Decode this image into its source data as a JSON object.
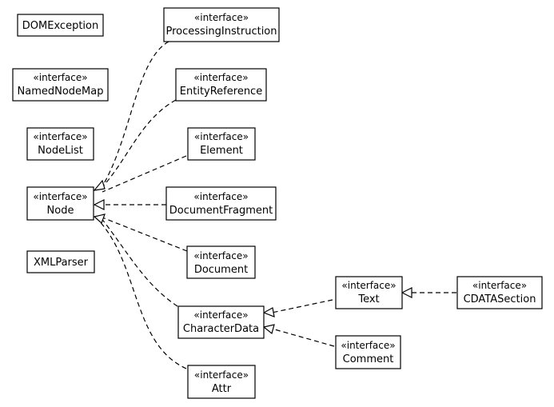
{
  "stereotype": "«interface»",
  "nodes": {
    "dom_exception": {
      "name": "DOMException",
      "stereotype": ""
    },
    "processing_instruction": {
      "name": "ProcessingInstruction",
      "stereotype": "«interface»"
    },
    "named_node_map": {
      "name": "NamedNodeMap",
      "stereotype": "«interface»"
    },
    "entity_reference": {
      "name": "EntityReference",
      "stereotype": "«interface»"
    },
    "node_list": {
      "name": "NodeList",
      "stereotype": "«interface»"
    },
    "element": {
      "name": "Element",
      "stereotype": "«interface»"
    },
    "node": {
      "name": "Node",
      "stereotype": "«interface»"
    },
    "document_fragment": {
      "name": "DocumentFragment",
      "stereotype": "«interface»"
    },
    "xml_parser": {
      "name": "XMLParser",
      "stereotype": ""
    },
    "document": {
      "name": "Document",
      "stereotype": "«interface»"
    },
    "text": {
      "name": "Text",
      "stereotype": "«interface»"
    },
    "cdata_section": {
      "name": "CDATASection",
      "stereotype": "«interface»"
    },
    "character_data": {
      "name": "CharacterData",
      "stereotype": "«interface»"
    },
    "comment": {
      "name": "Comment",
      "stereotype": "«interface»"
    },
    "attr": {
      "name": "Attr",
      "stereotype": "«interface»"
    }
  },
  "edges": [
    {
      "from": "ProcessingInstruction",
      "to": "Node",
      "type": "realization"
    },
    {
      "from": "EntityReference",
      "to": "Node",
      "type": "realization"
    },
    {
      "from": "Element",
      "to": "Node",
      "type": "realization"
    },
    {
      "from": "DocumentFragment",
      "to": "Node",
      "type": "realization"
    },
    {
      "from": "Document",
      "to": "Node",
      "type": "realization"
    },
    {
      "from": "CharacterData",
      "to": "Node",
      "type": "realization"
    },
    {
      "from": "Attr",
      "to": "Node",
      "type": "realization"
    },
    {
      "from": "Text",
      "to": "CharacterData",
      "type": "realization"
    },
    {
      "from": "Comment",
      "to": "CharacterData",
      "type": "realization"
    },
    {
      "from": "CDATASection",
      "to": "Text",
      "type": "realization"
    }
  ]
}
